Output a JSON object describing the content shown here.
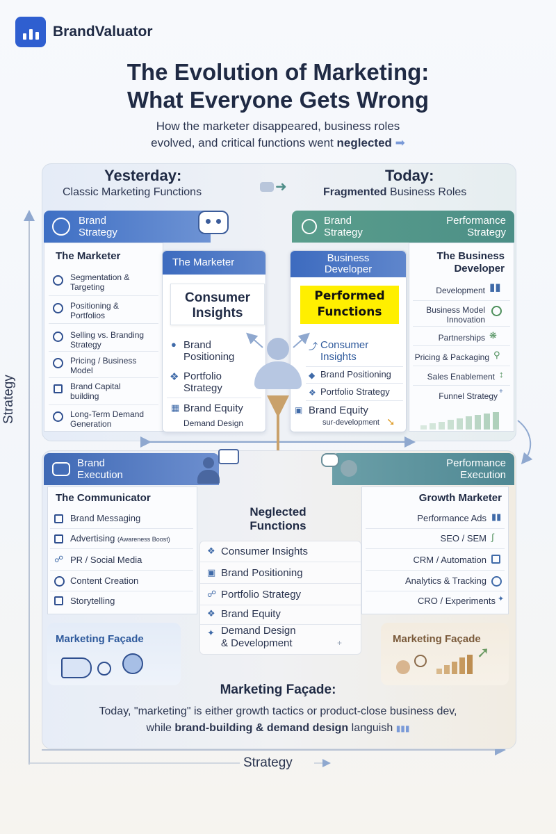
{
  "header": {
    "brand_name": "BrandValuator",
    "title_line1": "The Evolution of Marketing:",
    "title_line2": "What Everyone Gets Wrong",
    "subtitle_line1": "How the marketer disappeared, business roles",
    "subtitle_line2_pre": "evolved, and critical functions went",
    "subtitle_line2_bold": "neglected"
  },
  "yesterday": {
    "heading": "Yesterday:",
    "subheading": "Classic Marketing Functions",
    "band_title": "Brand\nStrategy",
    "card_title": "The Marketer",
    "items": [
      "Segmentation &\nTargeting",
      "Positioning &\nPortfolios",
      "Selling vs. Branding\nStrategy",
      "Pricing / Business\nModel",
      "Brand Capital\nbuilding",
      "Long-Term Demand\nGeneration"
    ]
  },
  "today": {
    "heading": "Today:",
    "subheading_bold": "Fragmented",
    "subheading_rest": "Business Roles",
    "band_left": "Brand\nStrategy",
    "band_right": "Performance\nStrategy",
    "card_title": "The Business\nDeveloper",
    "items": [
      "Development",
      "Business Model\nInnovation",
      "Partnerships",
      "Pricing & Packaging",
      "Sales Enablement",
      "Funnel Strategy"
    ]
  },
  "marketer_card": {
    "title": "The Marketer",
    "highlight": "Consumer\nInsights",
    "items": [
      "Brand\nPositioning",
      "Portfolio\nStrategy",
      "Brand Equity"
    ],
    "footer": "Demand Design"
  },
  "bizdev_card": {
    "title": "Business\nDeveloper",
    "highlight": "Performed\nFunctions",
    "items": [
      "Consumer\nInsights",
      "Brand Positioning",
      "Portfolio Strategy",
      "Brand Equity"
    ],
    "footer": "sur-development"
  },
  "execution_left": {
    "band_title": "Brand\nExecution",
    "card_title": "The Communicator",
    "items": [
      "Brand Messaging",
      "Advertising",
      "PR / Social Media",
      "Content Creation",
      "Storytelling"
    ],
    "advertising_note": "(Awareness Boost)"
  },
  "execution_right": {
    "band_title": "Performance\nExecution",
    "card_title": "Growth Marketer",
    "items": [
      "Performance Ads",
      "SEO / SEM",
      "CRM / Automation",
      "Analytics & Tracking",
      "CRO / Experiments"
    ]
  },
  "neglected": {
    "title": "Neglected\nFunctions",
    "items": [
      "Consumer Insights",
      "Brand Positioning",
      "Portfolio Strategy",
      "Brand Equity",
      "Demand Design\n& Development"
    ]
  },
  "facade": {
    "left_label": "Marketing Façade",
    "right_label": "Marketing Façade",
    "title": "Marketing Façade:",
    "text_line1": "Today, \"marketing\" is either growth tactics or product-close business dev,",
    "text_line2_pre": "while",
    "text_line2_bold": "brand-building & demand design",
    "text_line2_post": "languish"
  },
  "axes": {
    "vertical": "Strategy",
    "horizontal": "Strategy"
  },
  "colors": {
    "accent_blue": "#2f5fd0",
    "band_blue": "#3e6fc4",
    "band_green": "#4c8f87",
    "highlight_yellow": "#ffef00",
    "arrow_tan": "#c9a16b",
    "text_dark": "#1f2a44"
  }
}
